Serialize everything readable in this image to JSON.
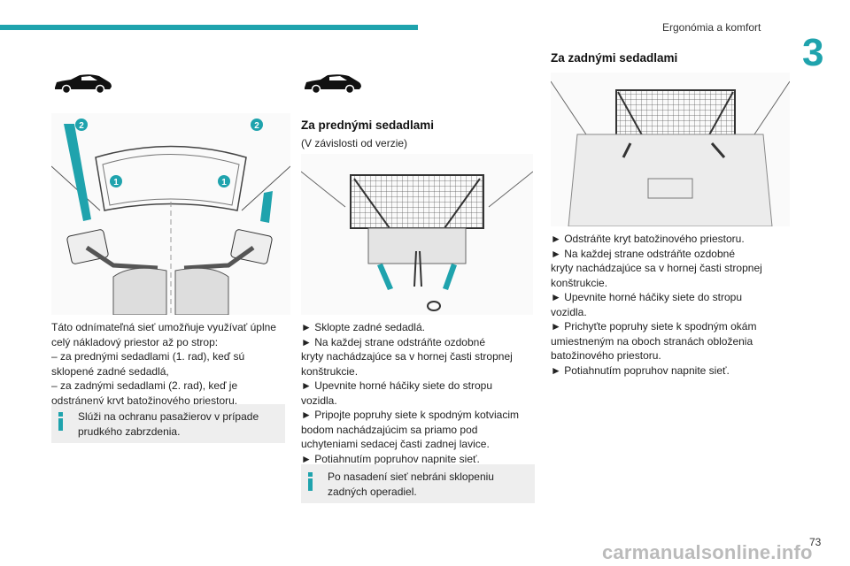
{
  "header": {
    "section_title": "Ergonómia a komfort",
    "chapter_number": "3",
    "accent_color": "#1fa3ad"
  },
  "left": {
    "callout_1": "1",
    "callout_2": "2",
    "paragraph": [
      "Táto odnímateľná sieť umožňuje využívať úplne",
      "celý nákladový priestor až po strop:",
      "–  za prednými sedadlami (1. rad), keď sú",
      "sklopené zadné sedadlá,",
      "–  za zadnými sedadlami (2. rad), keď je",
      "odstránený kryt batožinového priestoru."
    ],
    "note": [
      "Slúži na ochranu pasažierov v prípade",
      "prudkého zabrzdenia."
    ]
  },
  "middle": {
    "title": "Za prednými sedadlami",
    "subtitle": "(V závislosti od verzie)",
    "steps": [
      "►  Sklopte zadné sedadlá.",
      "►  Na každej strane odstráňte ozdobné",
      "kryty nachádzajúce sa v hornej časti stropnej",
      "konštrukcie.",
      "►  Upevnite horné háčiky siete do stropu",
      "vozidla.",
      "►  Pripojte popruhy siete k spodným kotviacim",
      "bodom nachádzajúcim sa priamo pod",
      "uchyteniami sedacej časti zadnej lavice.",
      "►  Potiahnutím popruhov napnite sieť."
    ],
    "note": [
      "Po nasadení sieť nebráni sklopeniu",
      "zadných operadiel."
    ]
  },
  "right": {
    "title": "Za zadnými sedadlami",
    "steps": [
      "►  Odstráňte kryt batožinového priestoru.",
      "►  Na každej strane odstráňte ozdobné",
      "kryty nachádzajúce sa v hornej časti stropnej",
      "konštrukcie.",
      "►  Upevnite horné háčiky siete do stropu",
      "vozidla.",
      "►  Prichyťte popruhy siete k spodným okám",
      "umiestneným na oboch stranách obloženia",
      "batožinového priestoru.",
      "►  Potiahnutím popruhov napnite sieť."
    ]
  },
  "footer": {
    "page_number": "73",
    "watermark": "carmanualsonline.info"
  }
}
